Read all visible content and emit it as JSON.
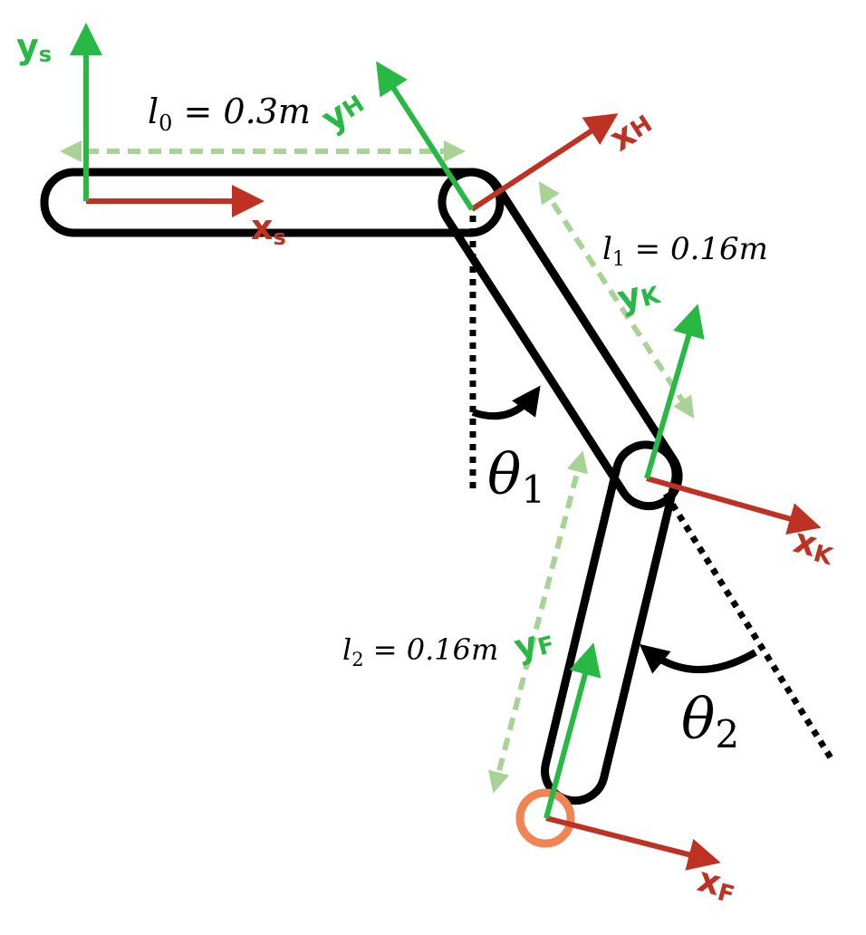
{
  "colors": {
    "link_outline": "#000000",
    "x_axis": "#be3224",
    "y_axis": "#27b944",
    "dimension": "#a9d396",
    "foot_marker": "#ef8552",
    "reference_line": "#000000"
  },
  "frames": {
    "s": {
      "x_main": "x",
      "x_sub": "s",
      "y_main": "y",
      "y_sub": "s"
    },
    "H": {
      "x_main": "x",
      "x_sub": "H",
      "y_main": "y",
      "y_sub": "H"
    },
    "K": {
      "x_main": "x",
      "x_sub": "K",
      "y_main": "y",
      "y_sub": "K"
    },
    "F": {
      "x_main": "x",
      "x_sub": "F",
      "y_main": "y",
      "y_sub": "F"
    }
  },
  "lengths": {
    "l0": {
      "sym": "l",
      "sub": "0",
      "rest": " = 0.3m"
    },
    "l1": {
      "sym": "l",
      "sub": "1",
      "rest": " = 0.16m"
    },
    "l2": {
      "sym": "l",
      "sub": "2",
      "rest": " = 0.16m"
    }
  },
  "angles": {
    "theta1": {
      "sym": "θ",
      "sub": "1"
    },
    "theta2": {
      "sym": "θ",
      "sub": "2"
    }
  }
}
